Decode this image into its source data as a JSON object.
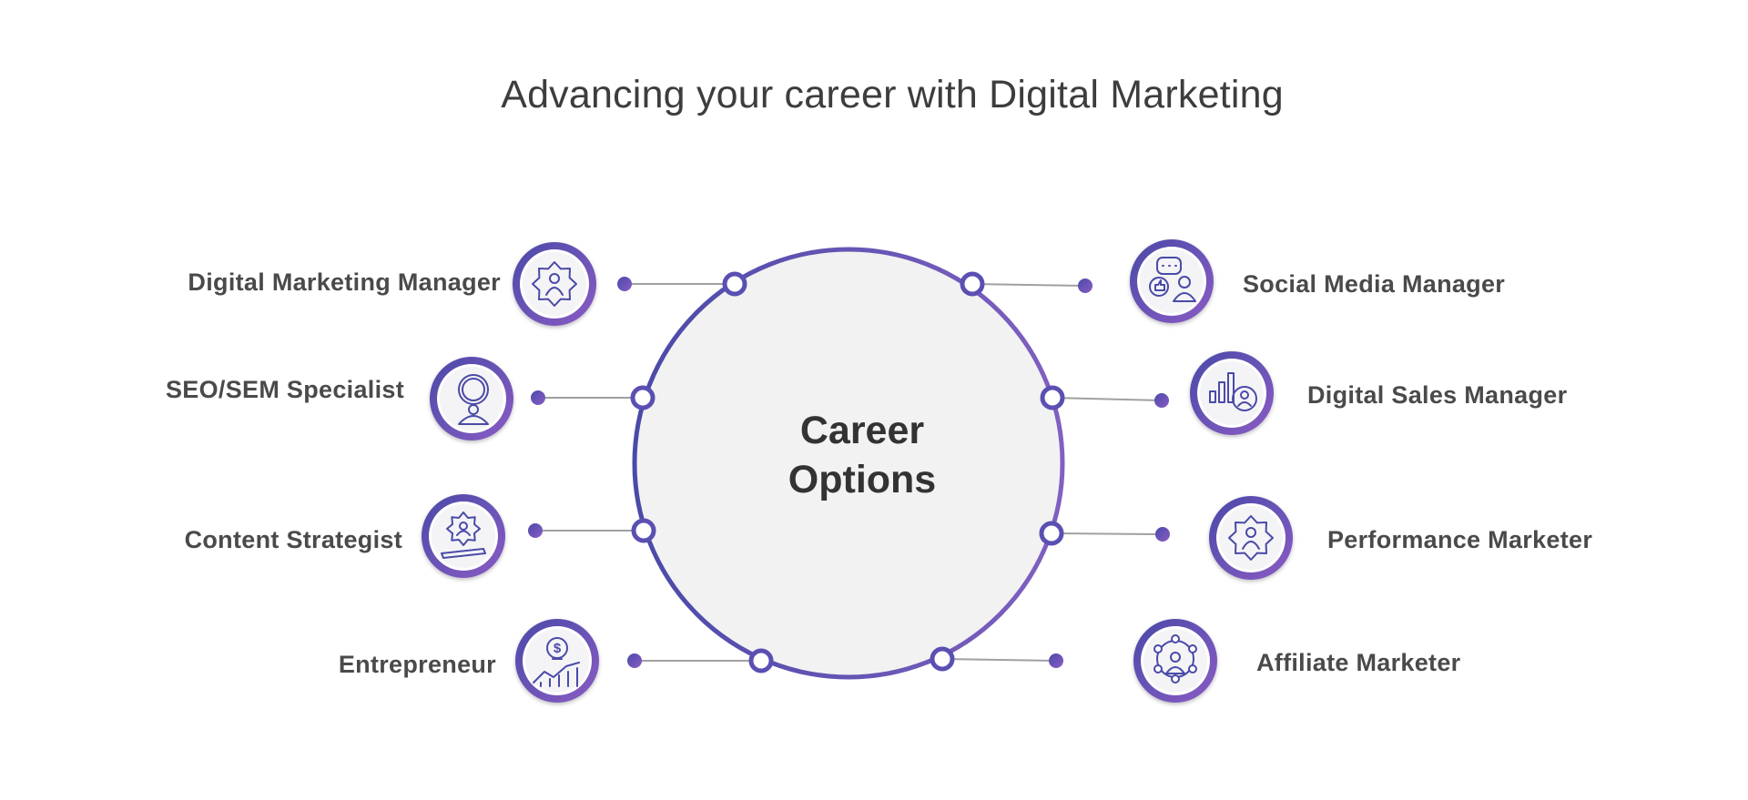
{
  "title": "Advancing your career with Digital Marketing",
  "center": {
    "line1": "Career",
    "line2": "Options"
  },
  "colors": {
    "ring_start": "#4a4aa8",
    "ring_end": "#8a5cc4",
    "connector": "#999999",
    "hub_fill": "#f2f2f2",
    "text": "#4a4a4a"
  },
  "roles": [
    {
      "label": "Digital Marketing Manager",
      "side": "left",
      "icon": "gear-person-icon"
    },
    {
      "label": "SEO/SEM Specialist",
      "side": "left",
      "icon": "magnifier-person-icon"
    },
    {
      "label": "Content Strategist",
      "side": "left",
      "icon": "gear-pencil-icon"
    },
    {
      "label": "Entrepreneur",
      "side": "left",
      "icon": "idea-growth-icon"
    },
    {
      "label": "Social Media Manager",
      "side": "right",
      "icon": "chat-like-icon"
    },
    {
      "label": "Digital Sales Manager",
      "side": "right",
      "icon": "bar-chart-person-icon"
    },
    {
      "label": "Performance Marketer",
      "side": "right",
      "icon": "gear-person-icon"
    },
    {
      "label": "Affiliate Marketer",
      "side": "right",
      "icon": "network-person-icon"
    }
  ]
}
